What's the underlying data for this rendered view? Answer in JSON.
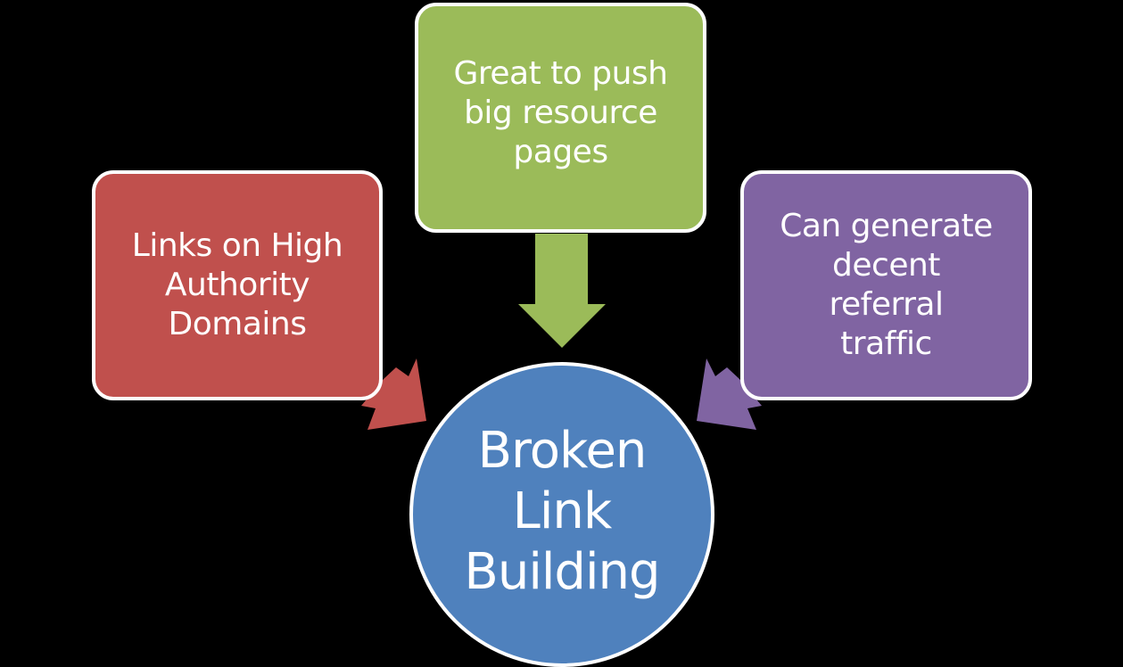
{
  "diagram": {
    "title": "Broken Link Building",
    "hub": {
      "label": "Broken\nLink\nBuilding",
      "color": "#4F81BD"
    },
    "nodes": [
      {
        "id": "left",
        "label": "Links on High\nAuthority\nDomains",
        "color": "#C0504D",
        "arrow_to": "hub"
      },
      {
        "id": "top",
        "label": "Great to push\nbig resource\npages",
        "color": "#9BBB59",
        "arrow_to": "hub"
      },
      {
        "id": "right",
        "label": "Can generate\ndecent\nreferral\ntraffic",
        "color": "#8064A2",
        "arrow_to": "hub"
      }
    ],
    "background": "#000000",
    "outline": "#FFFFFF"
  }
}
